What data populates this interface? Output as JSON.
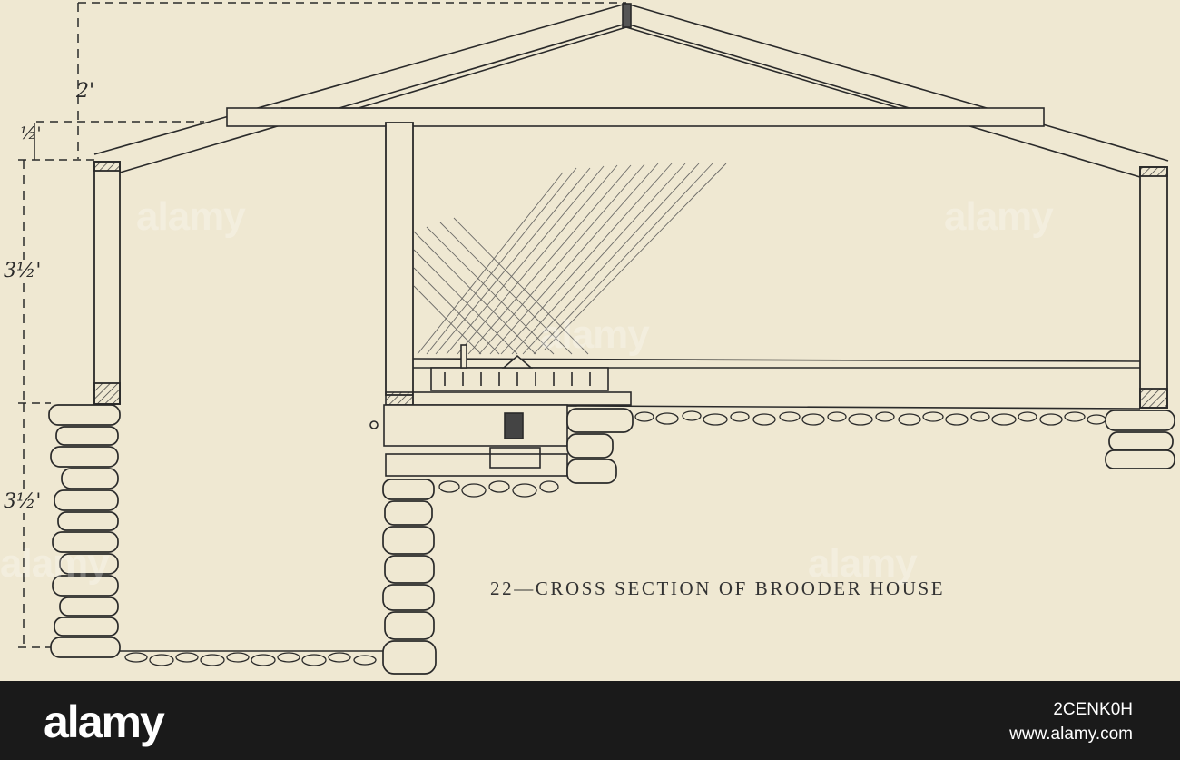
{
  "figure": {
    "caption": "22—CROSS SECTION OF BROODER HOUSE",
    "dimensions": {
      "top": "2'",
      "small": "½'",
      "wall": "3½'",
      "foundation": "3½'"
    }
  },
  "watermark": {
    "text": "alamy"
  },
  "footer": {
    "logo": "alamy",
    "image_id": "2CENK0H",
    "site": "www.alamy.com"
  },
  "colors": {
    "paper": "#efe8d2",
    "ink": "#2a2a2a",
    "footer_bg": "#1a1a1a"
  }
}
